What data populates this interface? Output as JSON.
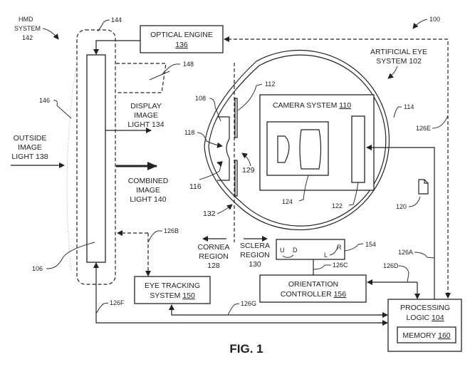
{
  "figure_title": "FIG. 1",
  "refs": {
    "system": "100",
    "hmd_system": [
      "HMD",
      "SYSTEM",
      "142"
    ],
    "frame": "144",
    "lens_curve": "146",
    "combiner": "148",
    "panel": "106",
    "cornea_part": "108",
    "aperture": "112",
    "eye_shell": "114",
    "iris": "116",
    "pupil": "118",
    "document": "120",
    "sensor": "122",
    "lens": "124",
    "opening": "129",
    "boundary": "132",
    "stage": "154",
    "link_a": "126A",
    "link_b": "126B",
    "link_c": "126C",
    "link_d": "126D",
    "link_e": "126E",
    "link_f": "126F",
    "link_g": "126G"
  },
  "blocks": {
    "optical_engine": {
      "name": "OPTICAL ENGINE",
      "num": "136"
    },
    "artificial_eye": [
      "ARTIFICIAL EYE",
      "SYSTEM 102"
    ],
    "camera_system": {
      "name": "CAMERA SYSTEM ",
      "num": "110"
    },
    "eye_tracking": {
      "line1": "EYE TRACKING",
      "name": "SYSTEM ",
      "num": "150"
    },
    "orientation": {
      "line1": "ORIENTATION",
      "name": "CONTROLLER ",
      "num": "156"
    },
    "processing": {
      "line1": "PROCESSING",
      "name": "LOGIC ",
      "num": "104"
    },
    "memory": {
      "name": "MEMORY ",
      "num": "160"
    }
  },
  "light_labels": {
    "display": [
      "DISPLAY",
      "IMAGE",
      "LIGHT 134"
    ],
    "outside": [
      "OUTSIDE",
      "IMAGE",
      "LIGHT 138"
    ],
    "combined": [
      "COMBINED",
      "IMAGE",
      "LIGHT 140"
    ]
  },
  "regions": {
    "cornea": [
      "CORNEA",
      "REGION",
      "128"
    ],
    "sclera": [
      "SCLERA",
      "REGION",
      "130"
    ]
  },
  "stage_axes": {
    "up": "U",
    "down": "D",
    "left": "L",
    "right": "R"
  }
}
